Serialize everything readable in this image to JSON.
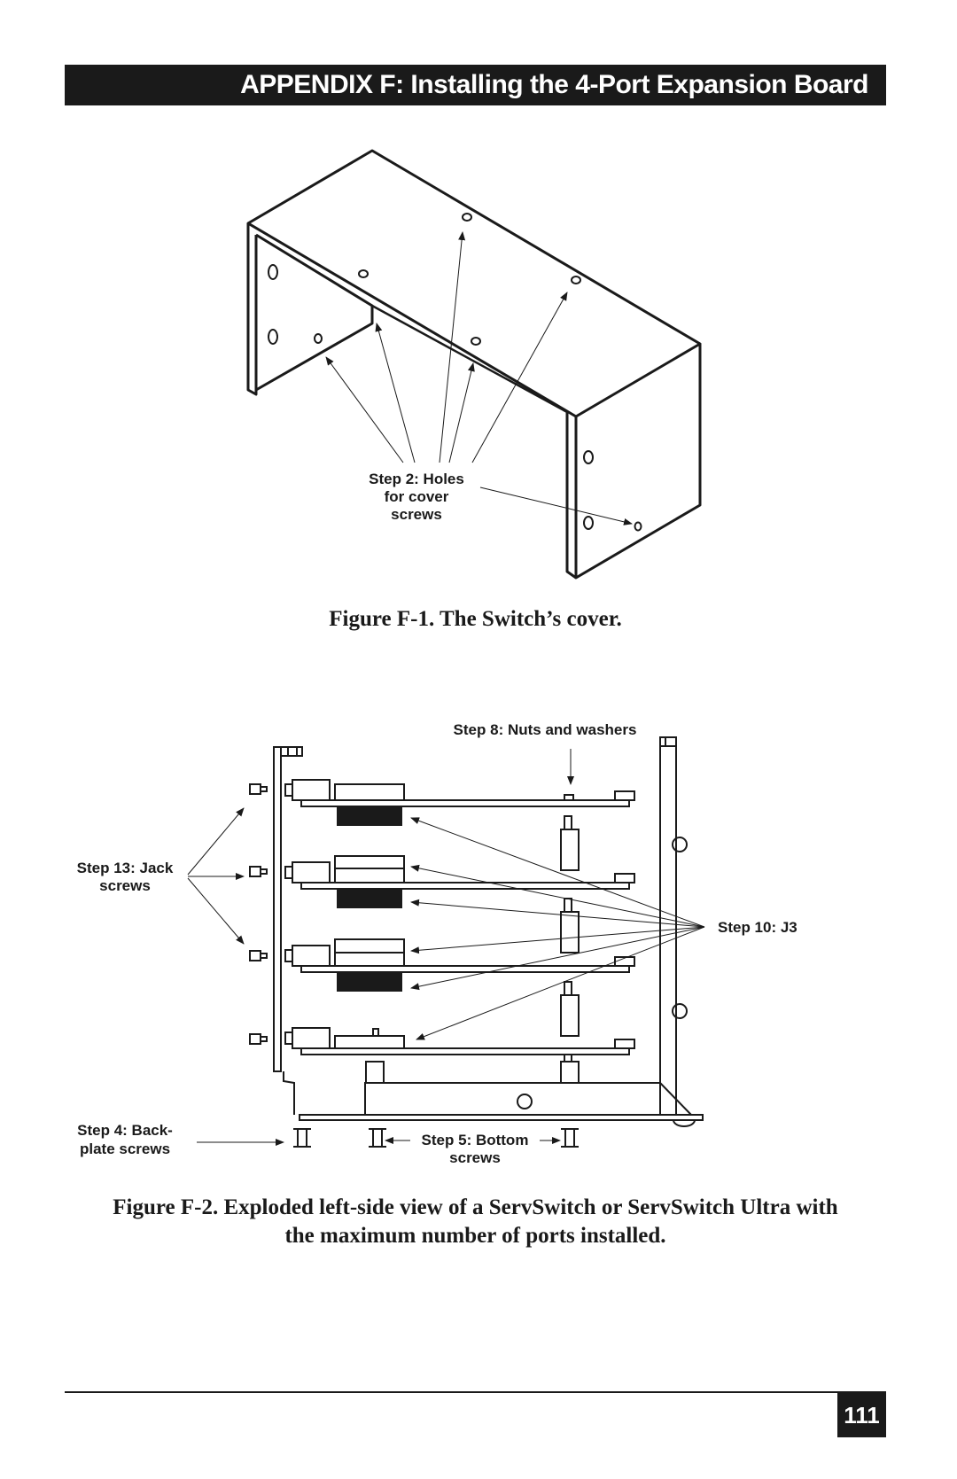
{
  "header": {
    "title": "APPENDIX F: Installing the 4-Port Expansion Board"
  },
  "figure1": {
    "callout": [
      "Step 2: Holes",
      "for cover",
      "screws"
    ],
    "caption": "Figure F-1. The Switch’s cover."
  },
  "figure2": {
    "callouts": {
      "nuts": "Step 8: Nuts and washers",
      "jack_1": "Step 13: Jack",
      "jack_2": "screws",
      "j3": "Step 10: J3",
      "backplate_1": "Step 4: Back-",
      "backplate_2": "plate screws",
      "bottom_1": "Step 5: Bottom",
      "bottom_2": "screws"
    },
    "caption_line1": "Figure F-2. Exploded left-side view of a ServSwitch or ServSwitch Ultra with",
    "caption_line2": "the maximum number of ports installed."
  },
  "footer": {
    "page_number": "111"
  }
}
